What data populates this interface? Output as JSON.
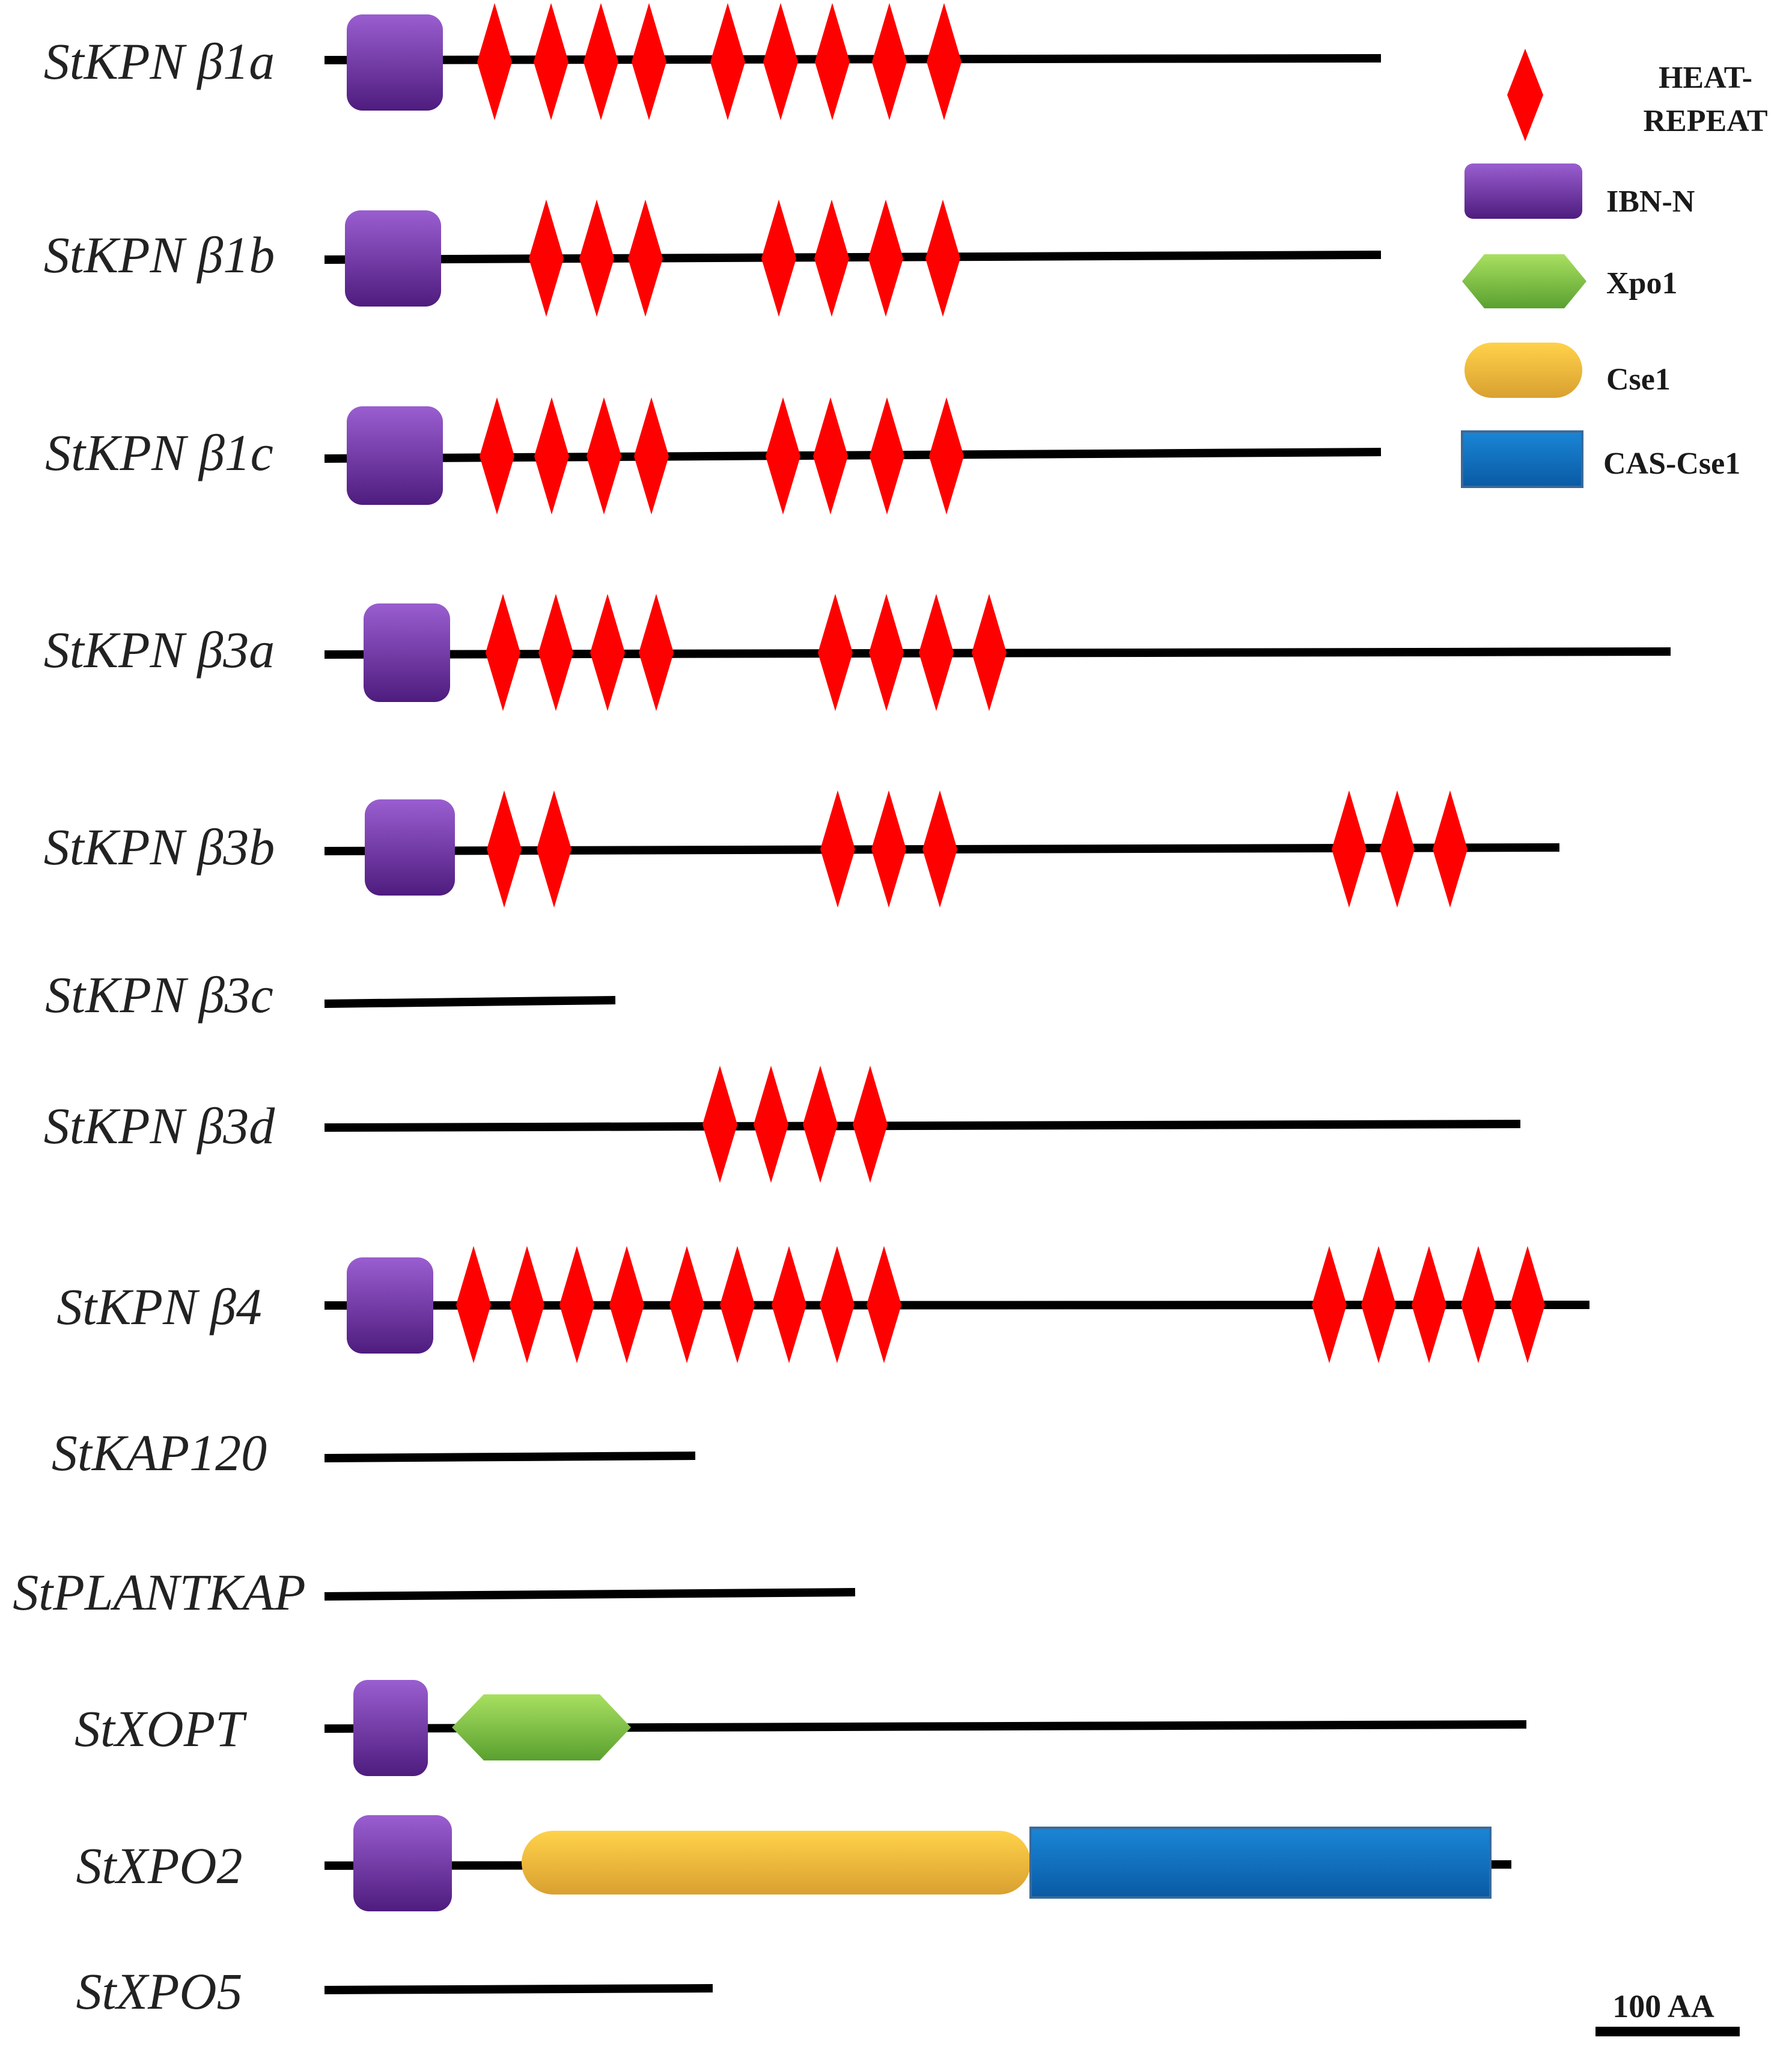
{
  "proteins": [
    {
      "name": "StKPN β1a"
    },
    {
      "name": "StKPN β1b"
    },
    {
      "name": "StKPN β1c"
    },
    {
      "name": "StKPN β3a"
    },
    {
      "name": "StKPN β3b"
    },
    {
      "name": "StKPN β3c"
    },
    {
      "name": "StKPN β3d"
    },
    {
      "name": "StKPN β4"
    },
    {
      "name": "StKAP120"
    },
    {
      "name": "StPLANTKAP"
    },
    {
      "name": "StXOPT"
    },
    {
      "name": "StXPO2"
    },
    {
      "name": "StXPO5"
    }
  ],
  "legend": {
    "heat_repeat": "HEAT-REPEAT",
    "heat_repeat_line1": "HEAT-",
    "heat_repeat_line2": "REPEAT",
    "ibn_n": "IBN-N",
    "xpo1": "Xpo1",
    "cse1": "Cse1",
    "cas_cse1": "CAS-Cse1"
  },
  "scale_bar": {
    "label": "100 AA"
  },
  "colors": {
    "heat_repeat": "#ff0000",
    "ibn_n": "#7030a0",
    "xpo1": "#92d050",
    "cse1": "#f0c040",
    "cas_cse1": "#0a70c0",
    "backbone": "#000000"
  }
}
